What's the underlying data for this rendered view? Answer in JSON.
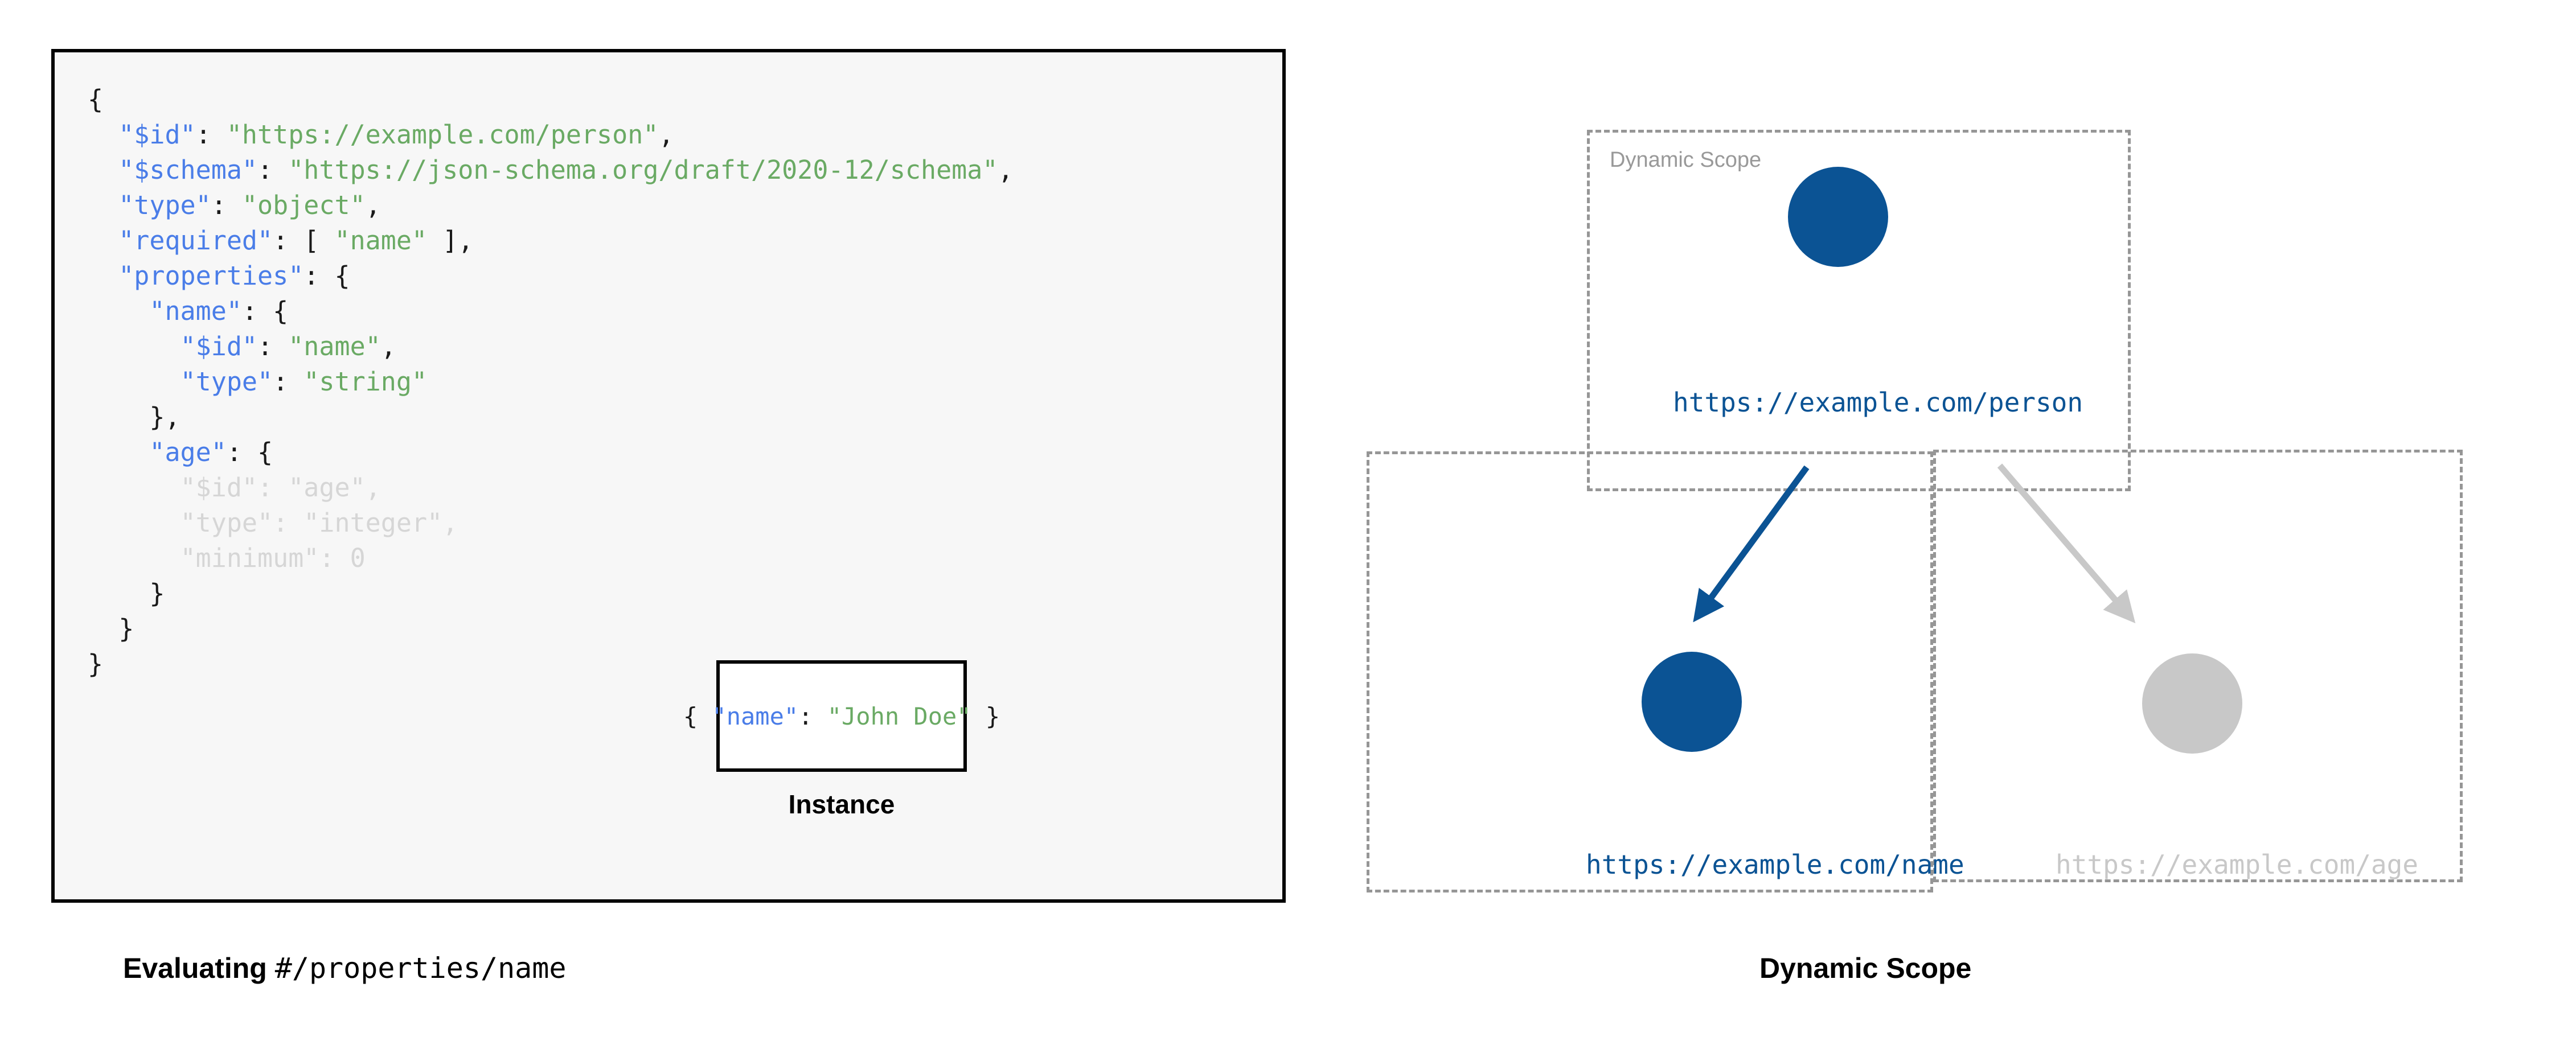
{
  "left": {
    "panel_name": "json-schema-code-panel",
    "code_lines": [
      {
        "indent": 0,
        "tokens": [
          {
            "t": "punct",
            "v": "{"
          }
        ],
        "faded": false
      },
      {
        "indent": 1,
        "tokens": [
          {
            "t": "key",
            "v": "\"$id\""
          },
          {
            "t": "punct",
            "v": ": "
          },
          {
            "t": "str",
            "v": "\"https://example.com/person\""
          },
          {
            "t": "punct",
            "v": ","
          }
        ],
        "faded": false
      },
      {
        "indent": 1,
        "tokens": [
          {
            "t": "key",
            "v": "\"$schema\""
          },
          {
            "t": "punct",
            "v": ": "
          },
          {
            "t": "str",
            "v": "\"https://json-schema.org/draft/2020-12/schema\""
          },
          {
            "t": "punct",
            "v": ","
          }
        ],
        "faded": false
      },
      {
        "indent": 1,
        "tokens": [
          {
            "t": "key",
            "v": "\"type\""
          },
          {
            "t": "punct",
            "v": ": "
          },
          {
            "t": "str",
            "v": "\"object\""
          },
          {
            "t": "punct",
            "v": ","
          }
        ],
        "faded": false
      },
      {
        "indent": 1,
        "tokens": [
          {
            "t": "key",
            "v": "\"required\""
          },
          {
            "t": "punct",
            "v": ": [ "
          },
          {
            "t": "str",
            "v": "\"name\""
          },
          {
            "t": "punct",
            "v": " ],"
          }
        ],
        "faded": false
      },
      {
        "indent": 1,
        "tokens": [
          {
            "t": "key",
            "v": "\"properties\""
          },
          {
            "t": "punct",
            "v": ": {"
          }
        ],
        "faded": false
      },
      {
        "indent": 2,
        "tokens": [
          {
            "t": "key",
            "v": "\"name\""
          },
          {
            "t": "punct",
            "v": ": {"
          }
        ],
        "faded": false
      },
      {
        "indent": 3,
        "tokens": [
          {
            "t": "key",
            "v": "\"$id\""
          },
          {
            "t": "punct",
            "v": ": "
          },
          {
            "t": "str",
            "v": "\"name\""
          },
          {
            "t": "punct",
            "v": ","
          }
        ],
        "faded": false
      },
      {
        "indent": 3,
        "tokens": [
          {
            "t": "key",
            "v": "\"type\""
          },
          {
            "t": "punct",
            "v": ": "
          },
          {
            "t": "str",
            "v": "\"string\""
          }
        ],
        "faded": false
      },
      {
        "indent": 2,
        "tokens": [
          {
            "t": "punct",
            "v": "},"
          }
        ],
        "faded": false
      },
      {
        "indent": 2,
        "tokens": [
          {
            "t": "key",
            "v": "\"age\""
          },
          {
            "t": "punct",
            "v": ": {"
          }
        ],
        "faded": false
      },
      {
        "indent": 3,
        "tokens": [
          {
            "t": "key",
            "v": "\"$id\""
          },
          {
            "t": "punct",
            "v": ": "
          },
          {
            "t": "str",
            "v": "\"age\""
          },
          {
            "t": "punct",
            "v": ","
          }
        ],
        "faded": true
      },
      {
        "indent": 3,
        "tokens": [
          {
            "t": "key",
            "v": "\"type\""
          },
          {
            "t": "punct",
            "v": ": "
          },
          {
            "t": "str",
            "v": "\"integer\""
          },
          {
            "t": "punct",
            "v": ","
          }
        ],
        "faded": true
      },
      {
        "indent": 3,
        "tokens": [
          {
            "t": "key",
            "v": "\"minimum\""
          },
          {
            "t": "punct",
            "v": ": "
          },
          {
            "t": "num",
            "v": "0"
          }
        ],
        "faded": true
      },
      {
        "indent": 2,
        "tokens": [
          {
            "t": "punct",
            "v": "}"
          }
        ],
        "faded": false
      },
      {
        "indent": 1,
        "tokens": [
          {
            "t": "punct",
            "v": "}"
          }
        ],
        "faded": false
      },
      {
        "indent": 0,
        "tokens": [
          {
            "t": "punct",
            "v": "}"
          }
        ],
        "faded": false
      }
    ],
    "instance": {
      "code": "{ \"name\": \"John Doe\" }",
      "tokens": [
        {
          "t": "punct",
          "v": "{ "
        },
        {
          "t": "key",
          "v": "\"name\""
        },
        {
          "t": "punct",
          "v": ": "
        },
        {
          "t": "str",
          "v": "\"John Doe\""
        },
        {
          "t": "punct",
          "v": " }"
        }
      ],
      "caption": "Instance"
    },
    "caption_bold": "Evaluating ",
    "caption_mono": "#/properties/name"
  },
  "right": {
    "caption": "Dynamic Scope",
    "scope_box_label": "Dynamic Scope",
    "nodes": [
      {
        "id": "person",
        "label": "https://example.com/person",
        "color": "#0b5394",
        "active": true
      },
      {
        "id": "name",
        "label": "https://example.com/name",
        "color": "#0b5394",
        "active": true
      },
      {
        "id": "age",
        "label": "https://example.com/age",
        "color": "#c8c8c8",
        "active": false
      }
    ],
    "edges": [
      {
        "from": "person",
        "to": "name",
        "color": "#0b5394",
        "active": true
      },
      {
        "from": "person",
        "to": "age",
        "color": "#c8c8c8",
        "active": false
      }
    ]
  },
  "colors": {
    "accent_blue": "#0b5394",
    "key_blue": "#4a7de8",
    "string_green": "#6aaa64",
    "inactive_grey": "#c8c8c8",
    "dash_grey": "#969696",
    "panel_bg": "#f7f7f7",
    "faded_text": "#d6d6d6"
  }
}
